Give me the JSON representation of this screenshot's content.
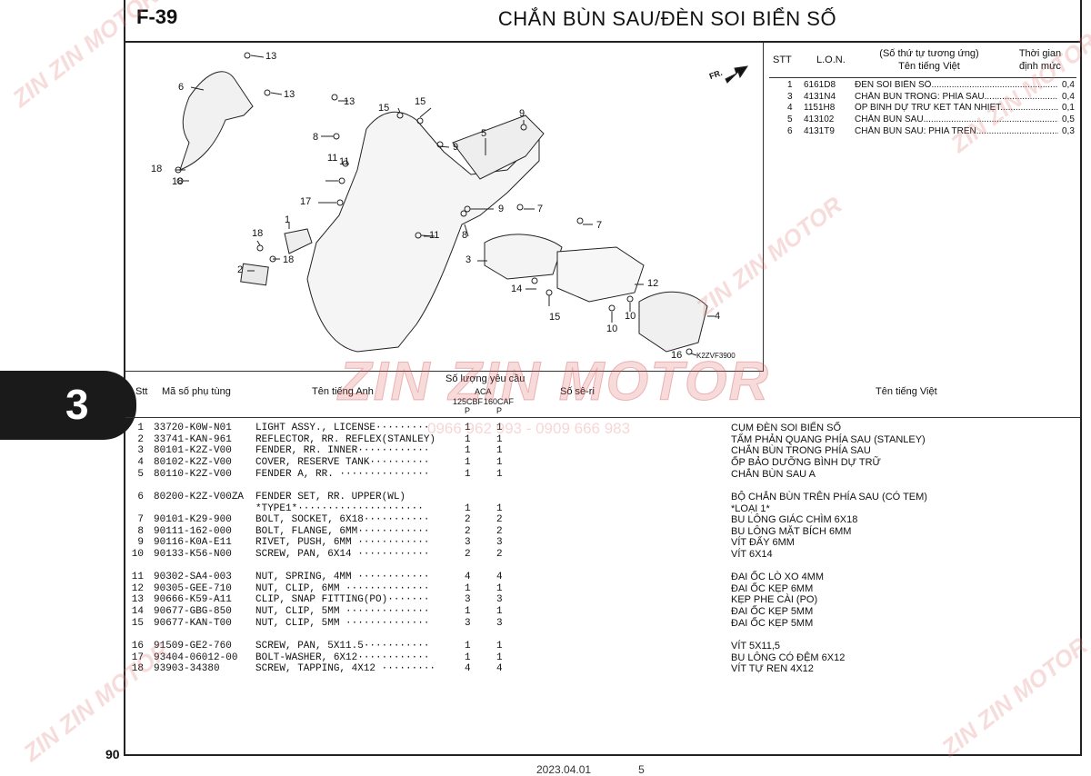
{
  "header": {
    "code": "F-39",
    "title": "CHẮN BÙN SAU/ĐÈN SOI BIỂN SỐ"
  },
  "section_tab": "3",
  "page_number": "90",
  "footer": {
    "date": "2023.04.01",
    "page": "5"
  },
  "watermark": {
    "brand": "ZIN ZIN MOTOR",
    "phone": "0966 962 993 - 0909 666 983"
  },
  "diagram": {
    "direction_label": "FR.",
    "ref_code": "K2ZVF3900",
    "callouts": [
      "13",
      "6",
      "13",
      "13",
      "15",
      "15",
      "9",
      "8",
      "9",
      "5",
      "11",
      "11",
      "17",
      "9",
      "7",
      "7",
      "1",
      "18",
      "18",
      "18",
      "18",
      "2",
      "11",
      "8",
      "3",
      "12",
      "14",
      "15",
      "10",
      "10",
      "4",
      "16"
    ]
  },
  "time_table": {
    "headers": {
      "stt": "STT",
      "lon": "L.O.N.",
      "name_line1": "(Số thứ tự tương ứng)",
      "name_line2": "Tên tiếng Việt",
      "time_line1": "Thời gian",
      "time_line2": "định mức"
    },
    "rows": [
      {
        "stt": "1",
        "lon": "6161D8",
        "name": "ĐÈN SOI BIỂN SỐ",
        "time": "0,4"
      },
      {
        "stt": "3",
        "lon": "4131N4",
        "name": "CHẮN BÙN TRONG: PHÍA SAU",
        "time": "0,4"
      },
      {
        "stt": "4",
        "lon": "1151H8",
        "name": "ỐP BÌNH DỰ TRỮ KÉT TẢN NHIỆT",
        "time": "0,1"
      },
      {
        "stt": "5",
        "lon": "413102",
        "name": "CHẮN BÙN SAU",
        "time": "0,5"
      },
      {
        "stt": "6",
        "lon": "4131T9",
        "name": "CHẮN BÙN SAU: PHÍA TRÊN",
        "time": "0,3"
      }
    ]
  },
  "parts_table": {
    "headers": {
      "stt": "Stt",
      "part_no": "Mã số phụ tùng",
      "name_en": "Tên tiếng Anh",
      "qty": "Số lượng yêu cầu",
      "qty_type": "ACA",
      "col1": "125CBF",
      "col2": "160CAF",
      "p1": "P",
      "p2": "P",
      "serial": "Số sê-ri",
      "name_vi": "Tên tiếng Việt"
    },
    "rows": [
      {
        "stt": "1",
        "part_no": "33720-K0W-N01",
        "name_en": "LIGHT ASSY., LICENSE·········",
        "q1": "1",
        "q2": "1",
        "name_vi": "CỤM ĐÈN SOI BIỂN SỐ"
      },
      {
        "stt": "2",
        "part_no": "33741-KAN-961",
        "name_en": "REFLECTOR, RR. REFLEX(STANLEY)",
        "q1": "1",
        "q2": "1",
        "name_vi": "TẤM PHẢN QUANG PHÍA SAU (STANLEY)"
      },
      {
        "stt": "3",
        "part_no": "80101-K2Z-V00",
        "name_en": "FENDER, RR. INNER············",
        "q1": "1",
        "q2": "1",
        "name_vi": "CHẮN BÙN TRONG PHÍA SAU"
      },
      {
        "stt": "4",
        "part_no": "80102-K2Z-V00",
        "name_en": "COVER, RESERVE TANK··········",
        "q1": "1",
        "q2": "1",
        "name_vi": "ỐP BẢO DƯỠNG BÌNH DỰ TRỮ"
      },
      {
        "stt": "5",
        "part_no": "80110-K2Z-V00",
        "name_en": "FENDER A, RR. ···············",
        "q1": "1",
        "q2": "1",
        "name_vi": "CHẮN BÙN SAU A"
      },
      {
        "stt": "6",
        "part_no": "80200-K2Z-V00ZA",
        "name_en": "FENDER SET, RR. UPPER(WL)",
        "q1": "",
        "q2": "",
        "name_vi": "BỘ CHẮN BÙN TRÊN PHÍA SAU (CÓ TEM)"
      },
      {
        "stt": "",
        "part_no": "",
        "name_en": "*TYPE1*·····················",
        "q1": "1",
        "q2": "1",
        "name_vi": "*LOẠI 1*"
      },
      {
        "stt": "7",
        "part_no": "90101-K29-900",
        "name_en": "BOLT, SOCKET, 6X18···········",
        "q1": "2",
        "q2": "2",
        "name_vi": "BU LÔNG GIÁC CHÌM 6X18"
      },
      {
        "stt": "8",
        "part_no": "90111-162-000",
        "name_en": "BOLT, FLANGE, 6MM············",
        "q1": "2",
        "q2": "2",
        "name_vi": "BU LÔNG MẶT BÍCH 6MM"
      },
      {
        "stt": "9",
        "part_no": "90116-K0A-E11",
        "name_en": "RIVET, PUSH, 6MM ············",
        "q1": "3",
        "q2": "3",
        "name_vi": "VÍT ĐẨY 6MM"
      },
      {
        "stt": "10",
        "part_no": "90133-K56-N00",
        "name_en": "SCREW, PAN, 6X14 ············",
        "q1": "2",
        "q2": "2",
        "name_vi": "VÍT 6X14"
      },
      {
        "stt": "11",
        "part_no": "90302-SA4-003",
        "name_en": "NUT, SPRING, 4MM ············",
        "q1": "4",
        "q2": "4",
        "name_vi": "ĐAI ỐC LÒ XO 4MM"
      },
      {
        "stt": "12",
        "part_no": "90305-GEE-710",
        "name_en": "NUT, CLIP, 6MM ··············",
        "q1": "1",
        "q2": "1",
        "name_vi": "ĐAI ỐC KẸP 6MM"
      },
      {
        "stt": "13",
        "part_no": "90666-K59-A11",
        "name_en": "CLIP, SNAP FITTING(PO)·······",
        "q1": "3",
        "q2": "3",
        "name_vi": "KẸP PHE CÀI (PO)"
      },
      {
        "stt": "14",
        "part_no": "90677-GBG-850",
        "name_en": "NUT, CLIP, 5MM ··············",
        "q1": "1",
        "q2": "1",
        "name_vi": "ĐAI ỐC KẸP 5MM"
      },
      {
        "stt": "15",
        "part_no": "90677-KAN-T00",
        "name_en": "NUT, CLIP, 5MM ··············",
        "q1": "3",
        "q2": "3",
        "name_vi": "ĐAI ỐC KẸP 5MM"
      },
      {
        "stt": "16",
        "part_no": "91509-GE2-760",
        "name_en": "SCREW, PAN, 5X11.5···········",
        "q1": "1",
        "q2": "1",
        "name_vi": "VÍT 5X11,5"
      },
      {
        "stt": "17",
        "part_no": "93404-06012-00",
        "name_en": "BOLT-WASHER, 6X12············",
        "q1": "1",
        "q2": "1",
        "name_vi": "BU LÔNG CÓ ĐỆM 6X12"
      },
      {
        "stt": "18",
        "part_no": "93903-34380",
        "name_en": "SCREW, TAPPING, 4X12 ·········",
        "q1": "4",
        "q2": "4",
        "name_vi": "VÍT TỰ REN 4X12"
      }
    ]
  }
}
